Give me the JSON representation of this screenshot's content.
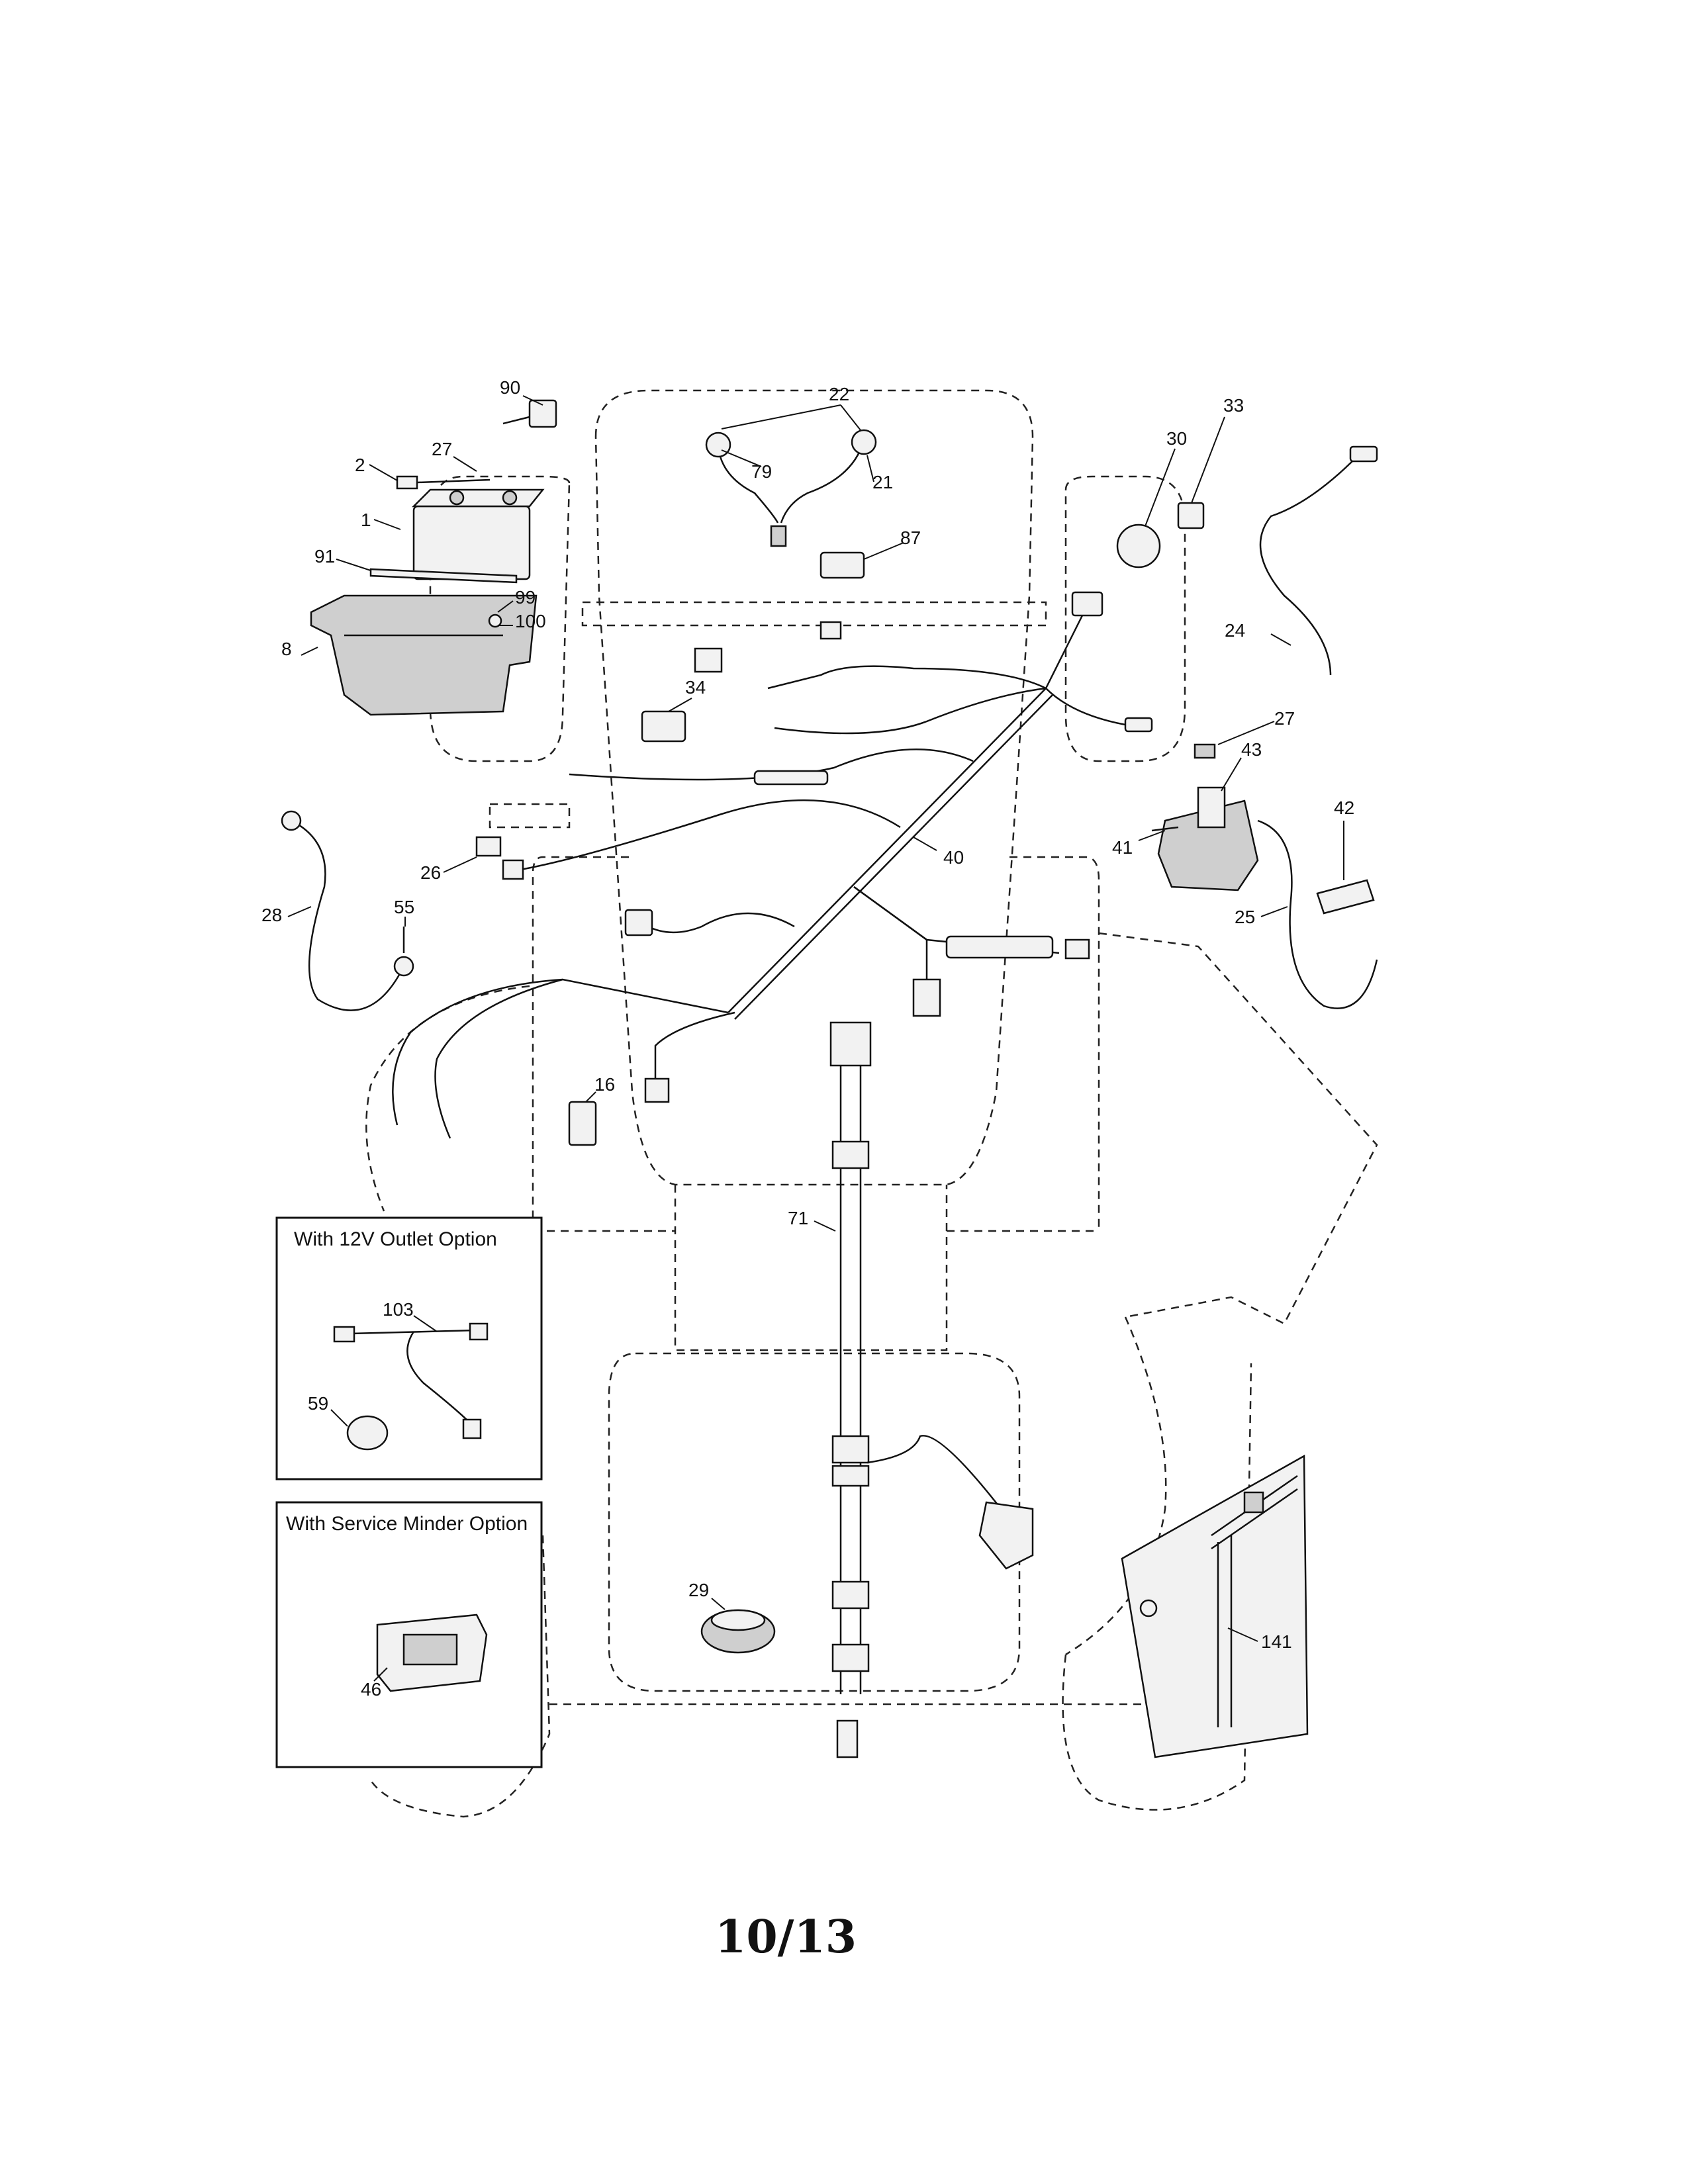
{
  "page_number": "10/13",
  "option_boxes": {
    "outlet_title": "With 12V Outlet Option",
    "minder_title": "With Service Minder Option"
  },
  "callouts": {
    "c90": "90",
    "c27a": "27",
    "c2": "2",
    "c1": "1",
    "c91": "91",
    "c99": "99",
    "c100": "100",
    "c8": "8",
    "c22": "22",
    "c79": "79",
    "c21": "21",
    "c87": "87",
    "c30": "30",
    "c33": "33",
    "c24": "24",
    "c34": "34",
    "c27b": "27",
    "c43": "43",
    "c42": "42",
    "c41": "41",
    "c25": "25",
    "c40": "40",
    "c26": "26",
    "c28": "28",
    "c55": "55",
    "c16": "16",
    "c71": "71",
    "c103": "103",
    "c59": "59",
    "c29": "29",
    "c46": "46",
    "c141": "141"
  }
}
